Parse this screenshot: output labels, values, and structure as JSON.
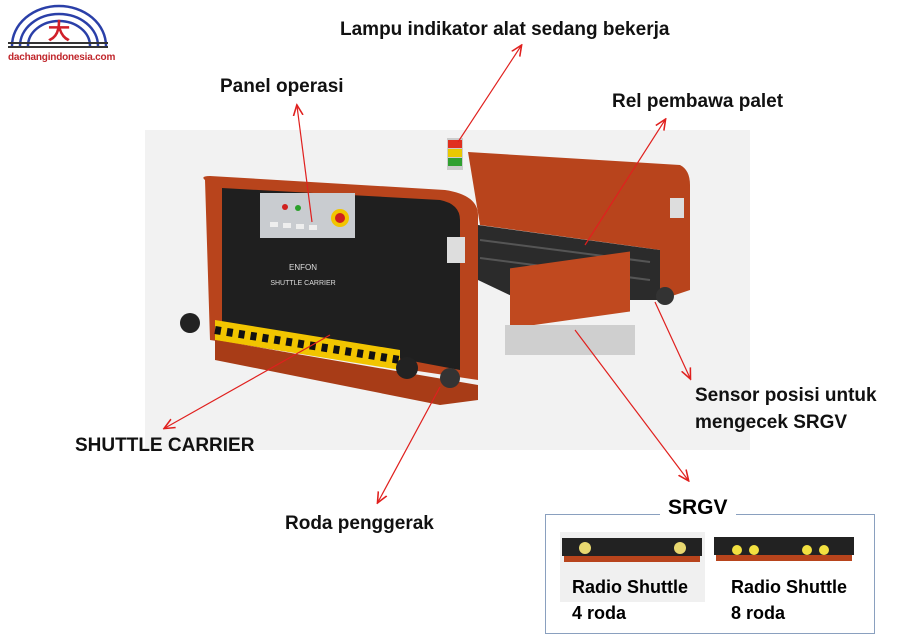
{
  "logo": {
    "text": "dachangindonesia.com",
    "glyph": "大"
  },
  "labels": {
    "lamp": "Lampu indikator alat sedang bekerja",
    "panel": "Panel operasi",
    "rail": "Rel pembawa palet",
    "sensor_line1": "Sensor posisi untuk",
    "sensor_line2": "mengecek SRGV",
    "carrier": "SHUTTLE CARRIER",
    "wheel": "Roda penggerak"
  },
  "machine": {
    "brand": "ENFON",
    "model": "SHUTTLE CARRIER"
  },
  "srgv": {
    "title": "SRGV",
    "items": [
      {
        "line1": "Radio Shuttle",
        "line2": "4 roda"
      },
      {
        "line1": "Radio Shuttle",
        "line2": "8 roda"
      }
    ]
  },
  "colors": {
    "arrow": "#e0201e",
    "body": "#b8441c",
    "panel": "#1f1f1f"
  }
}
